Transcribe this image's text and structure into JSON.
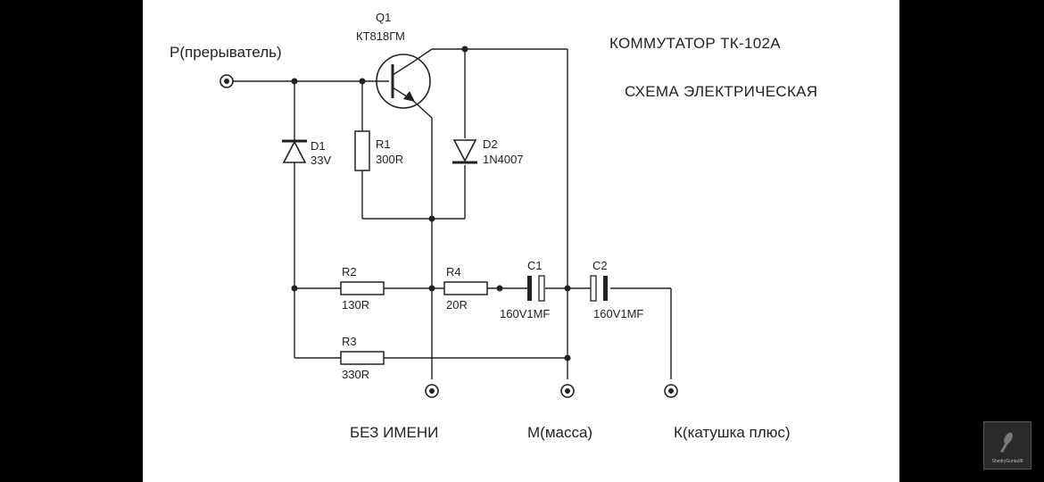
{
  "title": {
    "line1": "КОММУТАТОР ТК-102А",
    "line2": "СХЕМА ЭЛЕКТРИЧЕСКАЯ"
  },
  "terminals": {
    "p": "Р(прерыватель)",
    "bez": "БЕЗ ИМЕНИ",
    "m": "М(масса)",
    "k": "К(катушка плюс)"
  },
  "components": {
    "q1": {
      "ref": "Q1",
      "value": "КТ818ГМ"
    },
    "d1": {
      "ref": "D1",
      "value": "33V"
    },
    "r1": {
      "ref": "R1",
      "value": "300R"
    },
    "d2": {
      "ref": "D2",
      "value": "1N4007"
    },
    "r2": {
      "ref": "R2",
      "value": "130R"
    },
    "r4": {
      "ref": "R4",
      "value": "20R"
    },
    "c1": {
      "ref": "C1",
      "value": "160V1MF"
    },
    "c2": {
      "ref": "C2",
      "value": "160V1MF"
    },
    "r3": {
      "ref": "R3",
      "value": "330R"
    }
  },
  "watermark": {
    "text": "ShedryGunta98"
  },
  "colors": {
    "ink": "#222222",
    "page": "#ffffff",
    "background": "#000000"
  }
}
